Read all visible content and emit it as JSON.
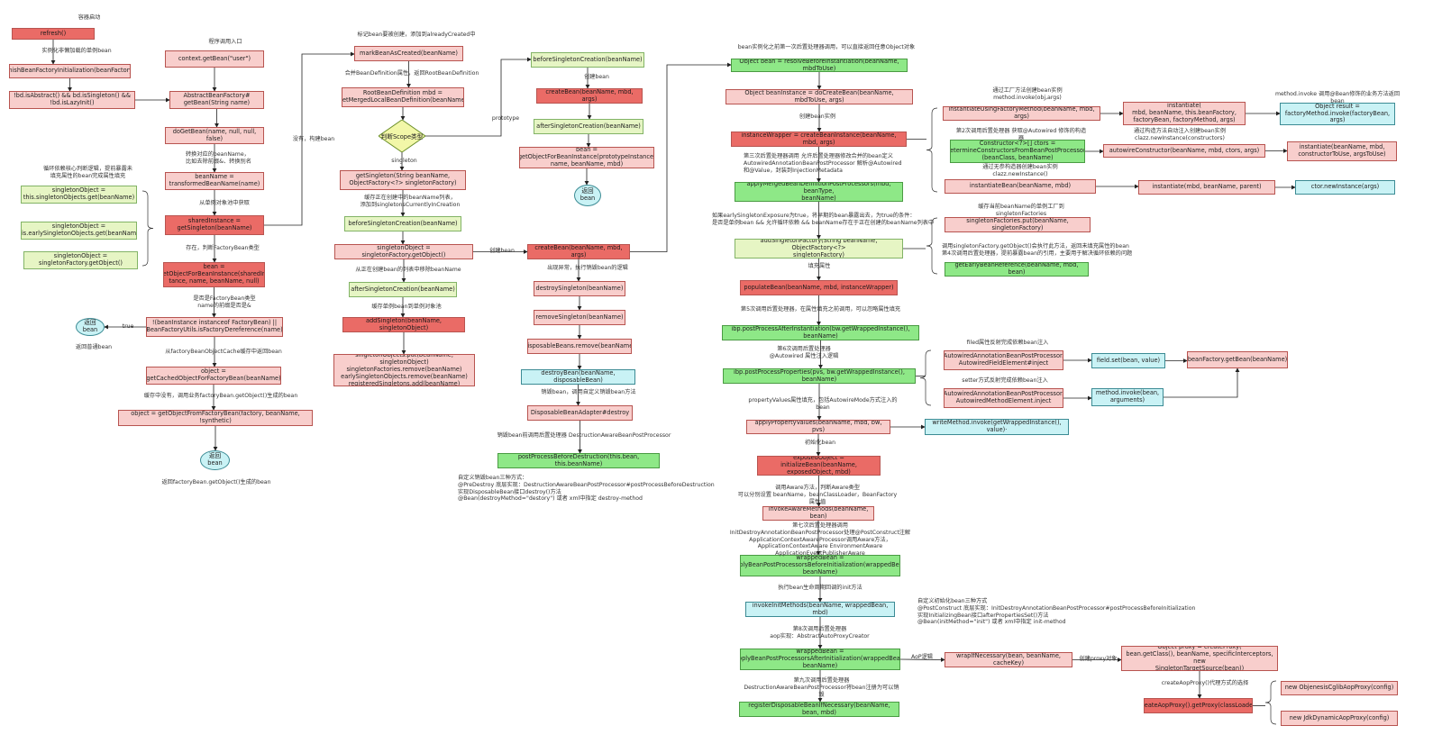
{
  "nodes": [
    {
      "id": "refresh",
      "text": "refresh()",
      "style": "red"
    },
    {
      "id": "finishBF",
      "text": "finishBeanFactoryInitialization(beanFactory)",
      "style": "pink"
    },
    {
      "id": "isAbstract",
      "text": "!bd.isAbstract() && bd.isSingleton() &&\n!bd.isLazyInit()",
      "style": "pink"
    },
    {
      "id": "ctxGetBean",
      "text": "context.getBean(\"user\")",
      "style": "pink"
    },
    {
      "id": "abfGetBean",
      "text": "AbstractBeanFactory#\ngetBean(String name)",
      "style": "pink"
    },
    {
      "id": "doGetBean",
      "text": "doGetBean(name, null, null, false)",
      "style": "pink"
    },
    {
      "id": "beanNameT",
      "text": "beanName =\ntransformedBeanName(name)",
      "style": "pink"
    },
    {
      "id": "sharedInst",
      "text": "sharedInstance =\ngetSingleton(beanName)",
      "style": "red"
    },
    {
      "id": "getObjForBI",
      "text": "bean =\ngetObjectForBeanInstance(sharedIns\ntance, name, beanName, null)",
      "style": "red"
    },
    {
      "id": "notFactory",
      "text": "!(beanInstance instanceof FactoryBean) ||\nBeanFactoryUtils.isFactoryDereference(name)",
      "style": "pink"
    },
    {
      "id": "objCached",
      "text": "object =\ngetCachedObjectForFactoryBean(beanName)",
      "style": "pink"
    },
    {
      "id": "objFromFB",
      "text": "object = getObjectFromFactoryBean(factory, beanName, !synthetic)",
      "style": "pink"
    },
    {
      "id": "sObj1",
      "text": "singletonObject =\nthis.singletonObjects.get(beanName)",
      "style": "yellow"
    },
    {
      "id": "sObj2",
      "text": "singletonObject =\nthis.earlySingletonObjects.get(beanName)",
      "style": "yellow"
    },
    {
      "id": "sObj3",
      "text": "singletonObject =\nsingletonFactory.getObject()",
      "style": "yellow"
    },
    {
      "id": "markCreated",
      "text": "markBeanAsCreated(beanName)",
      "style": "pink"
    },
    {
      "id": "rootBD",
      "text": "RootBeanDefinition  mbd =\ngetMergedLocalBeanDefinition(beanName)",
      "style": "pink"
    },
    {
      "id": "getSingletonFn",
      "text": "getSingleton(String beanName,\nObjectFactory<?> singletonFactory)",
      "style": "pink"
    },
    {
      "id": "beforeSC1",
      "text": "beforeSingletonCreation(beanName)",
      "style": "yellow"
    },
    {
      "id": "sObjFactory",
      "text": "singletonObject = singletonFactory.getObject()",
      "style": "pink"
    },
    {
      "id": "afterSC1",
      "text": "afterSingletonCreation(beanName)",
      "style": "yellow"
    },
    {
      "id": "addSingleton",
      "text": "addSingleton(beanName, singletonObject)",
      "style": "red"
    },
    {
      "id": "putMaps",
      "text": "singletonObjects.put(beanName, singletonObject)\nsingletonFactories.remove(beanName)\nearlySingletonObjects.remove(beanName)\nregisteredSingletons.add(beanName)",
      "style": "pink"
    },
    {
      "id": "beforeSC2",
      "text": "beforeSingletonCreation(beanName)",
      "style": "yellow"
    },
    {
      "id": "createBeanP",
      "text": "createBean(beanName, mbd, args)",
      "style": "red"
    },
    {
      "id": "afterSC2",
      "text": "afterSingletonCreation(beanName)",
      "style": "yellow"
    },
    {
      "id": "getObjProto",
      "text": "bean =\ngetObjectForBeanInstance(prototypeInstance,\nname, beanName, mbd)",
      "style": "pink"
    },
    {
      "id": "createBeanS",
      "text": "createBean(beanName, mbd, args)",
      "style": "red"
    },
    {
      "id": "destroySingleton",
      "text": "destroySingleton(beanName)",
      "style": "pink"
    },
    {
      "id": "removeSingleton",
      "text": "removeSingleton(beanName)",
      "style": "pink"
    },
    {
      "id": "disposableRemove",
      "text": "disposableBeans.remove(beanName)",
      "style": "pink"
    },
    {
      "id": "destroyBean",
      "text": "destroyBean(beanName, disposableBean)",
      "style": "cyan"
    },
    {
      "id": "dbaDestroy",
      "text": "DisposableBeanAdapter#destroy",
      "style": "pink"
    },
    {
      "id": "ppBeforeDestruction",
      "text": "postProcessBeforeDestruction(this.bean, this.beanName)",
      "style": "green"
    },
    {
      "id": "resolveBI",
      "text": "Object bean = resolveBeforeInstantiation(beanName, mbdToUse)",
      "style": "green"
    },
    {
      "id": "doCreateBean",
      "text": "Object beanInstance = doCreateBean(beanName, mbdToUse, args)",
      "style": "pink"
    },
    {
      "id": "instWrapper",
      "text": "instanceWrapper = createBeanInstance(beanName, mbd, args)",
      "style": "red"
    },
    {
      "id": "applyMBD",
      "text": "applyMergedBeanDefinitionPostProcessors(mbd, beanType,\nbeanName)",
      "style": "green"
    },
    {
      "id": "addSF",
      "text": "addSingletonFactory(String beanName, ObjectFactory<?>\nsingletonFactory)",
      "style": "yellow"
    },
    {
      "id": "populateBean",
      "text": "populateBean(beanName, mbd, instanceWrapper)",
      "style": "red"
    },
    {
      "id": "ppAfterInst",
      "text": "ibp.postProcessAfterInstantiation(bw.getWrappedInstance(), beanName)",
      "style": "green"
    },
    {
      "id": "ppProps",
      "text": "ibp.postProcessProperties(pvs, bw.getWrappedInstance(), beanName)",
      "style": "green"
    },
    {
      "id": "applyPV",
      "text": "applyPropertyValues(beanName, mbd, bw, pvs)",
      "style": "pink"
    },
    {
      "id": "exposedObj",
      "text": "exposedObject = initializeBean(beanName,\nexposedObject, mbd)",
      "style": "red"
    },
    {
      "id": "invokeAware",
      "text": "invokeAwareMethods(beanName, bean)",
      "style": "pink"
    },
    {
      "id": "wrappedBefore",
      "text": "wrappedBean =\napplyBeanPostProcessorsBeforeInitialization(wrappedBean,\nbeanName)",
      "style": "green"
    },
    {
      "id": "invokeInit",
      "text": "invokeInitMethods(beanName, wrappedBean, mbd)",
      "style": "cyan"
    },
    {
      "id": "wrappedAfter",
      "text": "wrappedBean =\napplyBeanPostProcessorsAfterInitialization(wrappedBean,\nbeanName)",
      "style": "green"
    },
    {
      "id": "registerDisposable",
      "text": "registerDisposableBeanIfNecessary(beanName, bean, mbd)",
      "style": "green"
    },
    {
      "id": "instUsingFM",
      "text": "instantiateUsingFactoryMethod(beanName, mbd, args)",
      "style": "pink"
    },
    {
      "id": "instantiate1",
      "text": "instantiate(\nmbd, beanName, this.beanFactory,\nfactoryBean, factoryMethod, args)",
      "style": "pink"
    },
    {
      "id": "factoryInvoke",
      "text": "Object result =\nfactoryMethod.invoke(factoryBean, args)",
      "style": "cyan"
    },
    {
      "id": "ctorDetermine",
      "text": "Constructor<?>[] ctors =\ndetermineConstructorsFromBeanPostProcessors\n(beanClass, beanName)",
      "style": "green"
    },
    {
      "id": "autowireCtor",
      "text": "autowireConstructor(beanName, mbd, ctors, args)",
      "style": "pink"
    },
    {
      "id": "instantiate2",
      "text": "instantiate(beanName, mbd,\nconstructorToUse, argsToUse)",
      "style": "pink"
    },
    {
      "id": "instantiateBean",
      "text": "instantiateBean(beanName, mbd)",
      "style": "pink"
    },
    {
      "id": "instantiate3",
      "text": "instantiate(mbd, beanName, parent)",
      "style": "pink"
    },
    {
      "id": "ctorNewInstance",
      "text": "ctor.newInstance(args)",
      "style": "cyan"
    },
    {
      "id": "sfPut",
      "text": "singletonFactories.put(beanName, singletonFactory)",
      "style": "pink"
    },
    {
      "id": "getEarlyRef",
      "text": "getEarlyBeanReference(beanName, mbd, bean)",
      "style": "green"
    },
    {
      "id": "afElementInject",
      "text": "AutowiredAnnotationBeanPostProcessor.\nAutowiredFieldElement#inject",
      "style": "pink"
    },
    {
      "id": "fieldSet",
      "text": "field.set(bean, value)",
      "style": "cyan"
    },
    {
      "id": "bfGetBean",
      "text": "beanFactory.getBean(beanName)",
      "style": "pink"
    },
    {
      "id": "amElementInject",
      "text": "AutowiredAnnotationBeanPostProcessor.\nAutowiredMethodElement.inject",
      "style": "pink"
    },
    {
      "id": "methodInvoke",
      "text": "method.invoke(bean,\narguments)",
      "style": "cyan"
    },
    {
      "id": "writeMethod",
      "text": "writeMethod.invoke(getWrappedInstance(), value)·",
      "style": "cyan"
    },
    {
      "id": "wrapIfNecessary",
      "text": "wrapIfNecessary(bean, beanName, cacheKey)",
      "style": "pink"
    },
    {
      "id": "createProxy",
      "text": "Object proxy = createProxy(\nbean.getClass(), beanName, specificInterceptors, new\nSingletonTargetSource(bean))",
      "style": "pink"
    },
    {
      "id": "createAopProxy",
      "text": "createAopProxy().getProxy(classLoader)",
      "style": "red"
    },
    {
      "id": "cglibProxy",
      "text": "new ObjenesisCglibAopProxy(config)",
      "style": "pink"
    },
    {
      "id": "jdkProxy",
      "text": "new JdkDynamicAopProxy(config)",
      "style": "pink"
    }
  ],
  "terminals": [
    {
      "id": "retBean1",
      "text": "返回\nbean"
    },
    {
      "id": "retBean2",
      "text": "返回\nbean"
    },
    {
      "id": "retBean3",
      "text": "返回\nbean"
    }
  ],
  "diamond": {
    "id": "scopeDecision",
    "text": "判断Scope类型"
  },
  "labels": [
    {
      "id": "l_start",
      "text": "容器启动"
    },
    {
      "id": "l_inst_single",
      "text": "实例化非懒加载的单例bean"
    },
    {
      "id": "l_entry",
      "text": "程序调用入口"
    },
    {
      "id": "l_convert",
      "text": "转换对应的beanName，\n比如去除前缀&、转换别名"
    },
    {
      "id": "l_cache",
      "text": "从单例对象池中获取"
    },
    {
      "id": "l_exists",
      "text": "存在，判断FactoryBean类型"
    },
    {
      "id": "l_isFB",
      "text": "是否是FactoryBean类型\nname的前缀是否是&"
    },
    {
      "id": "l_true",
      "text": "true"
    },
    {
      "id": "l_retNormal",
      "text": "返回普通bean"
    },
    {
      "id": "l_fromCache",
      "text": "从factoryBeanObjectCache缓存中返回bean"
    },
    {
      "id": "l_noCache",
      "text": "缓存中没有，调用业务factoryBean.getObject()生成的bean"
    },
    {
      "id": "l_retFB",
      "text": "返回factoryBean.getObject()生成的bean"
    },
    {
      "id": "l_circular",
      "text": "循环依赖核心判断逻辑，提前暴露未\n填充属性的bean完成属性填充"
    },
    {
      "id": "l_none",
      "text": "没有，构建bean"
    },
    {
      "id": "l_mark",
      "text": "标记bean要被创建，添加到alreadyCreated中"
    },
    {
      "id": "l_merge",
      "text": "合并BeanDefinition属性，返回RootBeanDefinition"
    },
    {
      "id": "l_singleton",
      "text": "singleton"
    },
    {
      "id": "l_prototype",
      "text": "prototype"
    },
    {
      "id": "l_addCreation",
      "text": "缓存正在创建中的beanName列表，\n添加到singletonsCurrentlyInCreation"
    },
    {
      "id": "l_createBeanArrow",
      "text": "创建bean"
    },
    {
      "id": "l_removeCreation",
      "text": "从正在创建bean的列表中移除beanName"
    },
    {
      "id": "l_cacheSingleton",
      "text": "缓存单例bean到单例对象池"
    },
    {
      "id": "l_createProto",
      "text": "创建bean"
    },
    {
      "id": "l_exception",
      "text": "出现异常，执行销毁bean的逻辑"
    },
    {
      "id": "l_destroy",
      "text": "销毁bean，调用自定义销毁bean方法"
    },
    {
      "id": "l_destroyPP",
      "text": "销毁bean前调用后置处理器 DestructionAwareBeanPostProcessor"
    },
    {
      "id": "l_destroyWays",
      "text": "自定义销毁bean三种方式：\n@PreDestroy     底层实现：DestructionAwareBeanPostProcessor#postProcessBeforeDestruction\n实现DisposableBean接口destroy()方法\n@Bean(destroyMethod=\"destory\") 或者 xml中指定 destroy-method"
    },
    {
      "id": "l_firstPP",
      "text": "bean实例化之前第一次后置处理器调用，可以直接返回任意Object对象"
    },
    {
      "id": "l_instance",
      "text": "创建bean实例"
    },
    {
      "id": "l_thirdPP",
      "text": "第三次后置处理器调用 允许后置处理器修改合并的bean定义\nAutowiredAnnotationBeanPostProcessor 解析@Autowired\n和@Value，封装到InjectionMetadata"
    },
    {
      "id": "l_early",
      "text": "如果earlySingletonExposure为true，将早期的bean暴露出去，为true的条件：\n是否是单例bean && 允许循环依赖 && beanName存在于正在创建的beanName列表中"
    },
    {
      "id": "l_fill",
      "text": "填充属性"
    },
    {
      "id": "l_fifthPP",
      "text": "第5次调用后置处理器，在属性填充之前调用，可以忽略属性填充"
    },
    {
      "id": "l_sixthPP",
      "text": "第6次调用后置处理器\n@Autowired 属性注入逻辑"
    },
    {
      "id": "l_propValues",
      "text": "propertyValues属性填充，包括AutowireMode方式注入的bean"
    },
    {
      "id": "l_initBean",
      "text": "初始化bean"
    },
    {
      "id": "l_aware",
      "text": "调用Aware方法，判断Aware类型\n可以分别设置 beanName，beanClassLoader，BeanFactory 属性值"
    },
    {
      "id": "l_seventhPP",
      "text": "第七次后置处理器调用\nInitDestroyAnnotationBeanPostProcessor处理@PostConstruct注解\nApplicationContextAwareProcessor调用Aware方法，\nApplicationContextAware EnvironmentAware ApplicationEventPublisherAware"
    },
    {
      "id": "l_initMethod",
      "text": "执行bean生命周期回调的init方法"
    },
    {
      "id": "l_initWays",
      "text": "自定义初始化bean三种方式\n@PostConstruct      底层实现：InitDestroyAnnotationBeanPostProcessor#postProcessBeforeInitialization\n实现InitializingBean接口afterPropertiesSet()方法\n@Bean(initMethod=\"init\") 或者 xml中指定 init-method"
    },
    {
      "id": "l_eighthPP",
      "text": "第8次调用后置处理器\naop实现：AbstractAutoProxyCreator"
    },
    {
      "id": "l_aop",
      "text": "AoP逻辑"
    },
    {
      "id": "l_createProxyArrow",
      "text": "创建proxy对象"
    },
    {
      "id": "l_proxyChoice",
      "text": "createAopProxy()代理方式的选择"
    },
    {
      "id": "l_ninthPP",
      "text": "第九次调用后置处理器\nDestructionAwareBeanPostProcessor将bean注册为可以销毁"
    },
    {
      "id": "l_factoryMethod",
      "text": "通过工厂方法创建bean实例\nmethod.invoke(obj,args)"
    },
    {
      "id": "l_methodInvoke",
      "text": "method.invoke 调用@Bean修饰的业务方法返回bean"
    },
    {
      "id": "l_secondPP",
      "text": "第2次调用后置处理器 获取@Autowired 修饰的构造器"
    },
    {
      "id": "l_ctorAutowire",
      "text": "通过构造方法自动注入创建bean实例\nclazz.newInstance(constructors)"
    },
    {
      "id": "l_noArgCtor",
      "text": "通过无参构造器创建bean实例\nclazz.newInstance()"
    },
    {
      "id": "l_sfCache",
      "text": "缓存当前beanName的单例工厂到singletonFactories"
    },
    {
      "id": "l_sfGetObject",
      "text": "调用singletonFactory.getObject()会执行此方法，返回未填充属性的bean\n第4次调用后置处理器，提前暴露bean的引用，主要用于解决循环依赖的问题"
    },
    {
      "id": "l_fieldInject",
      "text": "filed属性反射完成依赖bean注入"
    },
    {
      "id": "l_setterInject",
      "text": "setter方式反射完成依赖bean注入"
    }
  ]
}
